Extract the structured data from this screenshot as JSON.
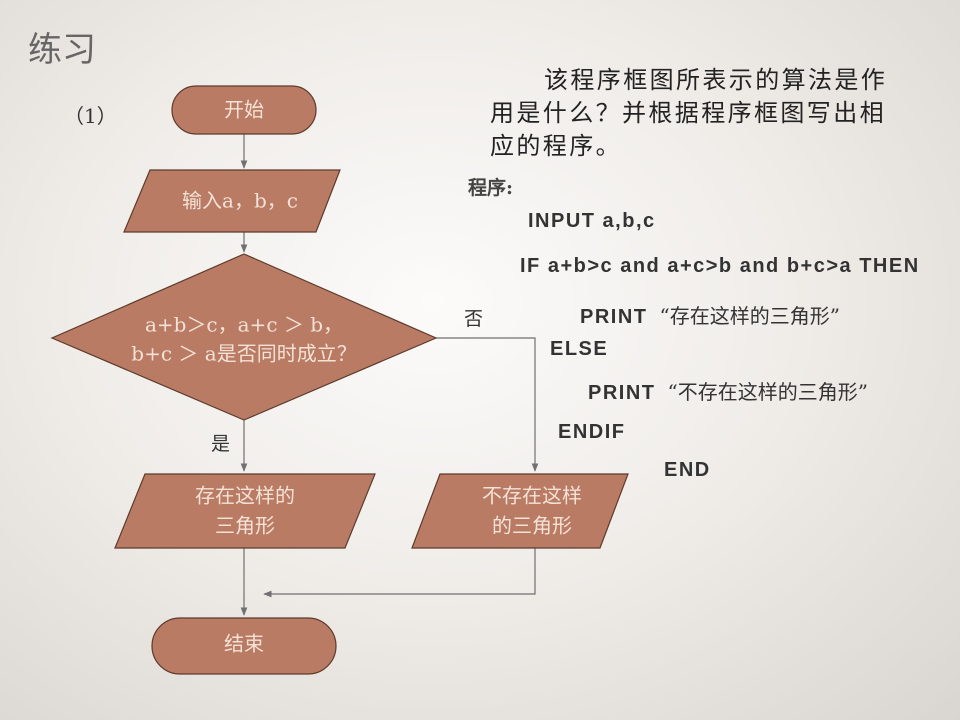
{
  "slide": {
    "title": "练习",
    "item_number": "（1）",
    "question_lines": [
      "该程序框图所表示的算法是作",
      "用是什么？并根据程序框图写出相",
      "应的程序。"
    ],
    "program_label": "程序:"
  },
  "code": {
    "line1": "INPUT  a,b,c",
    "line2": "IF a+b>c and a+c>b and b+c>a THEN",
    "line3": {
      "kw": "PRINT",
      "str": "“存在这样的三角形”"
    },
    "line4": "ELSE",
    "line5": {
      "kw": "PRINT",
      "str": "“不存在这样的三角形”"
    },
    "line6": "ENDIF",
    "line7": "END"
  },
  "flowchart": {
    "start": "开始",
    "input": "输入a，b，c",
    "condition_lines": [
      "a+b＞c，a+c ＞ b，",
      "b+c ＞ a是否同时成立？"
    ],
    "no_label": "否",
    "yes_label": "是",
    "yes_output_lines": [
      "存在这样的",
      "三角形"
    ],
    "no_output_lines": [
      "不存在这样",
      "的三角形"
    ],
    "end": "结束"
  },
  "colors": {
    "shape_fill": "#b97b64",
    "shape_stroke": "#5e3b2c",
    "shape_text": "#f4e2d6",
    "connector": "#707070",
    "code_text": "#333333"
  }
}
